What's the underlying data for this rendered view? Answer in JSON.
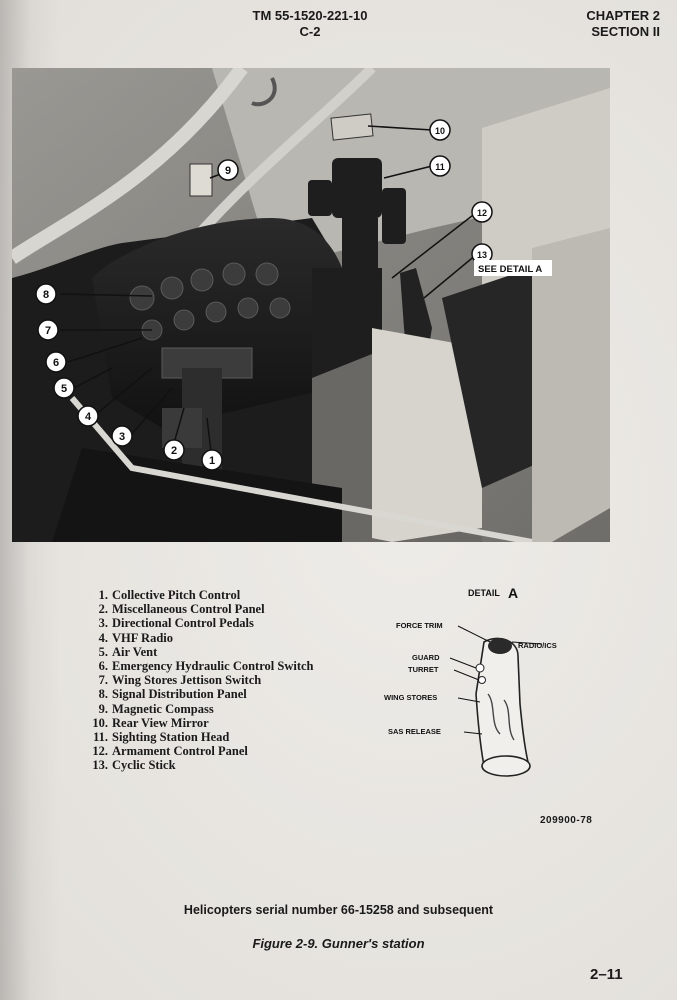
{
  "header": {
    "doc_number": "TM 55-1520-221-10",
    "change": "C-2",
    "chapter": "CHAPTER 2",
    "section": "SECTION II"
  },
  "photo": {
    "callouts": [
      "1",
      "2",
      "3",
      "4",
      "5",
      "6",
      "7",
      "8",
      "9",
      "10",
      "11",
      "12",
      "13"
    ],
    "see_detail": "SEE DETAIL A"
  },
  "legend": [
    {
      "num": "1.",
      "label": "Collective Pitch Control"
    },
    {
      "num": "2.",
      "label": "Miscellaneous Control Panel"
    },
    {
      "num": "3.",
      "label": "Directional Control Pedals"
    },
    {
      "num": "4.",
      "label": "VHF Radio"
    },
    {
      "num": "5.",
      "label": "Air Vent"
    },
    {
      "num": "6.",
      "label": "Emergency Hydraulic Control Switch"
    },
    {
      "num": "7.",
      "label": "Wing Stores Jettison Switch"
    },
    {
      "num": "8.",
      "label": "Signal Distribution Panel"
    },
    {
      "num": "9.",
      "label": "Magnetic Compass"
    },
    {
      "num": "10.",
      "label": "Rear View Mirror"
    },
    {
      "num": "11.",
      "label": "Sighting Station Head"
    },
    {
      "num": "12.",
      "label": "Armament Control Panel"
    },
    {
      "num": "13.",
      "label": "Cyclic Stick"
    }
  ],
  "detail": {
    "title": "DETAIL",
    "letter": "A",
    "labels": {
      "force_trim": "FORCE TRIM",
      "radio_ics": "RADIO/ICS",
      "guard": "GUARD",
      "turret": "TURRET",
      "wing_stores": "WING STORES",
      "sas_release": "SAS RELEASE"
    }
  },
  "figure_id": "209900-78",
  "serial_note": "Helicopters serial number 66-15258 and subsequent",
  "caption": "Figure 2-9. Gunner's station",
  "page_number": "2–11"
}
